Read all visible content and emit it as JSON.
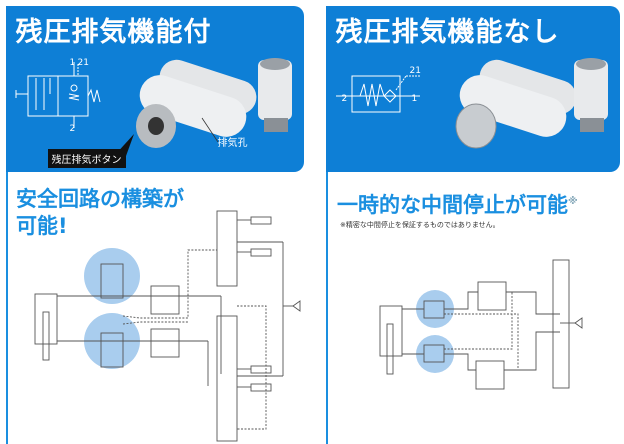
{
  "left_panel": {
    "title": "残圧排気機能付",
    "symbol_ports": {
      "top": "1",
      "pilot": "21",
      "bottom": "2"
    },
    "callout_button": "残圧排気ボタン",
    "callout_exhaust": "排気孔",
    "subtitle_line1": "安全回路の構築が",
    "subtitle_line2": "可能!"
  },
  "right_panel": {
    "title": "残圧排気機能なし",
    "symbol_ports": {
      "pilot": "21",
      "left": "2",
      "right": "1"
    },
    "subtitle": "一時的な中間停止が可能",
    "subtitle_mark": "※",
    "note": "※精密な中間停止を保証するものではありません。"
  },
  "colors": {
    "header_blue": "#0e7fd6",
    "accent_blue": "#1a8fe0",
    "highlight_circle": "#a9cdee"
  }
}
